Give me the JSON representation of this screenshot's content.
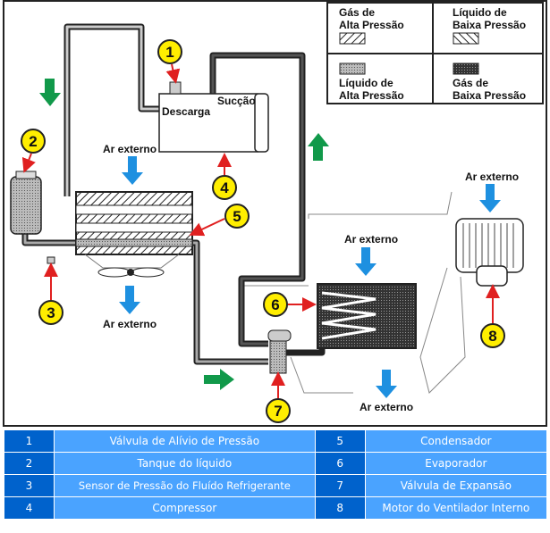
{
  "legend": [
    {
      "line1": "Gás de",
      "line2": "Alta Pressão",
      "pattern": "diagonal-hatch"
    },
    {
      "line1": "Líquido de",
      "line2": "Baixa Pressão",
      "pattern": "reverse-hatch"
    },
    {
      "line1": "Líquido de",
      "line2": "Alta Pressão",
      "pattern": "light-dots"
    },
    {
      "line1": "Gás de",
      "line2": "Baixa Pressão",
      "pattern": "dark-dots"
    }
  ],
  "labels": {
    "succao": "Sucção",
    "descarga": "Descarga",
    "air": "Ar externo"
  },
  "callouts": [
    "1",
    "2",
    "3",
    "4",
    "5",
    "6",
    "7",
    "8"
  ],
  "colors": {
    "callout": "#ffee00",
    "air_arrow": "#1e90e0",
    "flow_arrow": "#11994a",
    "pointer": "#e02020",
    "table_num": "#0062cc",
    "table_text": "#4aa3ff"
  },
  "table": [
    {
      "n1": "1",
      "t1": "Válvula de Alívio de Pressão",
      "n2": "5",
      "t2": "Condensador"
    },
    {
      "n1": "2",
      "t1": "Tanque do líquido",
      "n2": "6",
      "t2": "Evaporador"
    },
    {
      "n1": "3",
      "t1": "Sensor de Pressão do Fluído Refrigerante",
      "n2": "7",
      "t2": "Válvula de Expansão"
    },
    {
      "n1": "4",
      "t1": "Compressor",
      "n2": "8",
      "t2": "Motor do Ventilador Interno"
    }
  ]
}
